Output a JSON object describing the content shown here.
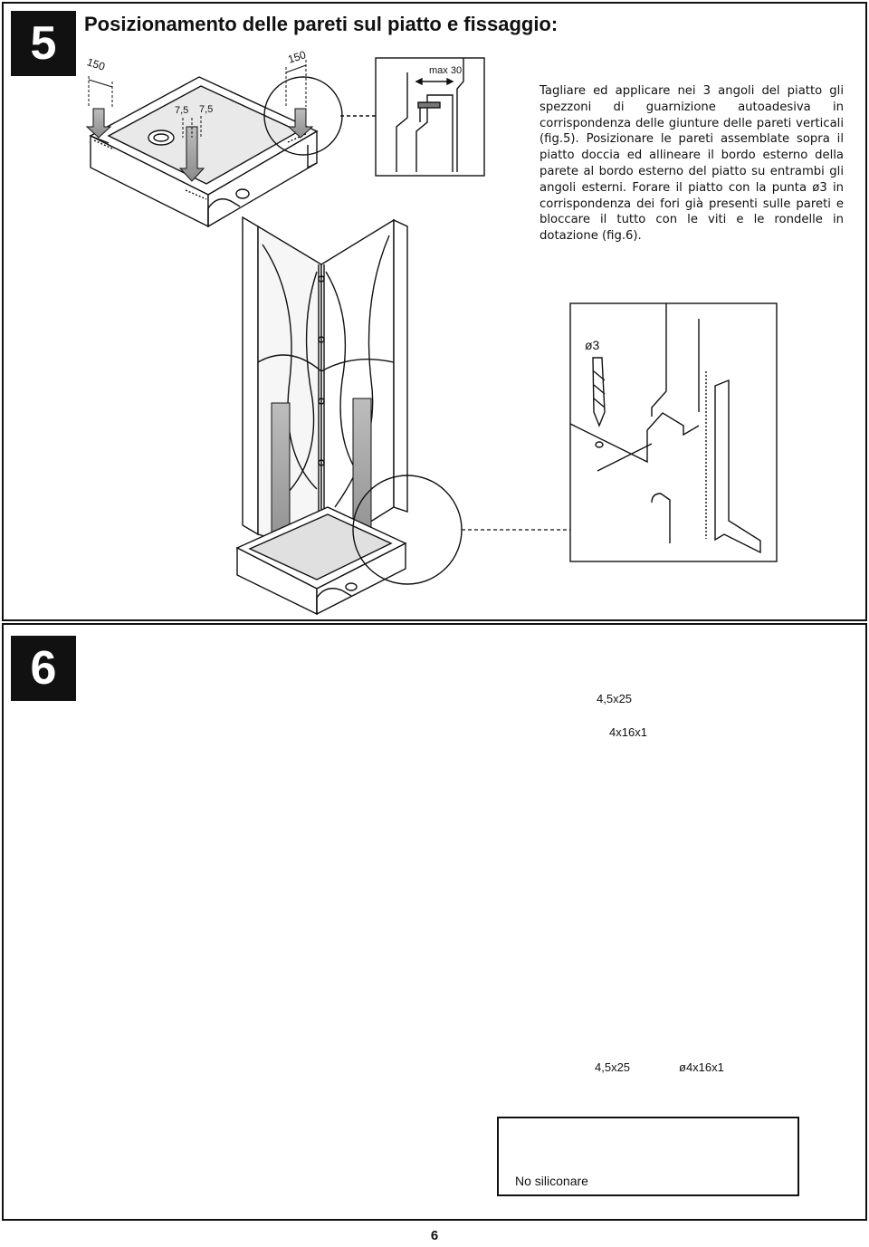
{
  "step5": {
    "number": "5",
    "title": "Posizionamento delle pareti sul piatto e fissaggio:",
    "instructions": "Tagliare ed applicare nei 3 angoli del piatto gli spezzoni di guarnizione autoadesiva in corrispondenza delle giunture delle pareti verticali (fig.5). Posizionare le pareti assemblate sopra il piatto doccia ed allineare il bordo esterno della parete al bordo esterno del piatto su entrambi gli angoli esterni. Forare il piatto con la punta ø3 in corrispondenza dei fori già presenti sulle pareti e bloccare il tutto con le viti e le rondelle in dotazione (fig.6).",
    "labels": {
      "dim_left": "150",
      "dim_right": "150",
      "dim_inner_a": "7,5",
      "dim_inner_b": "7,5",
      "max_gap": "max 30",
      "drill_size": "ø3"
    }
  },
  "step6": {
    "number": "6",
    "labels": {
      "screw_detail": "4,5x25",
      "washer_detail": "4x16x1",
      "screw_part": "4,5x25",
      "washer_part": "ø4x16x1"
    },
    "warning": {
      "text": "No siliconare"
    }
  },
  "page_number": "6"
}
